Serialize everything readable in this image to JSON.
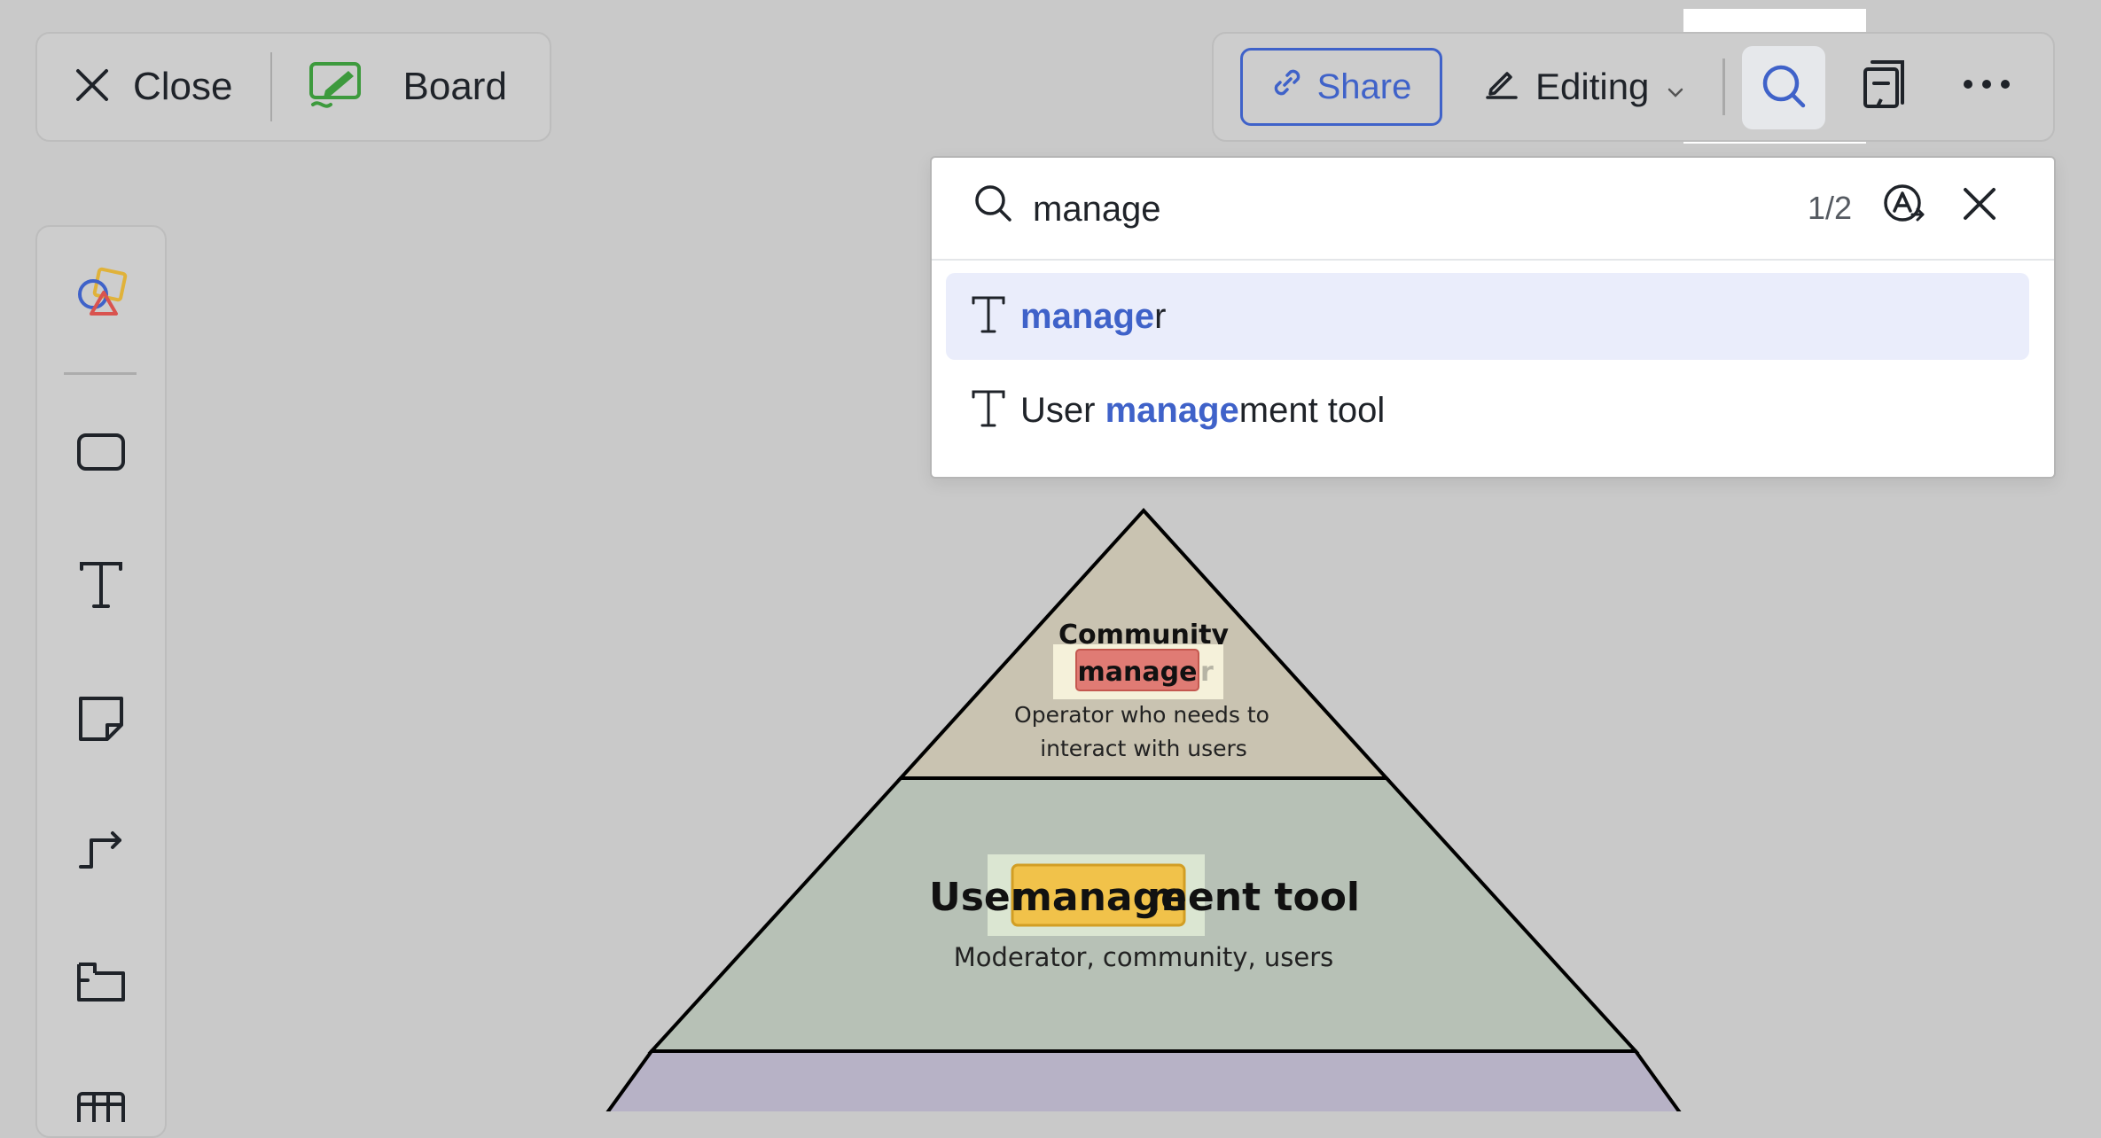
{
  "header": {
    "close_label": "Close",
    "board_label": "Board",
    "share_label": "Share",
    "editing_label": "Editing"
  },
  "search": {
    "query": "manage",
    "count": "1/2",
    "results": [
      {
        "before": "",
        "match": "manage",
        "after": "r"
      },
      {
        "before": "User ",
        "match": "manage",
        "after": "ment tool"
      }
    ]
  },
  "toolbar": {
    "tools": [
      "shapes-library-icon",
      "rectangle-icon",
      "text-tool-icon",
      "sticky-note-icon",
      "connector-icon",
      "frame-icon",
      "table-icon"
    ]
  },
  "diagram": {
    "top": {
      "title_line1": "Community",
      "match": "manage",
      "title_tail": "r",
      "desc_line1": "Operator who needs to",
      "desc_line2": "interact with users"
    },
    "middle": {
      "title_before": "User",
      "match": "manage",
      "title_after": "ment tool",
      "desc": "Moderator, community, users"
    }
  },
  "colors": {
    "accent": "#3f62c9",
    "top_tier": "#c9c3b1",
    "middle_tier": "#b7c1b6",
    "bottom_tier": "#b7b2c6",
    "current_match": "#e07b74",
    "other_match": "#f1c24a"
  }
}
